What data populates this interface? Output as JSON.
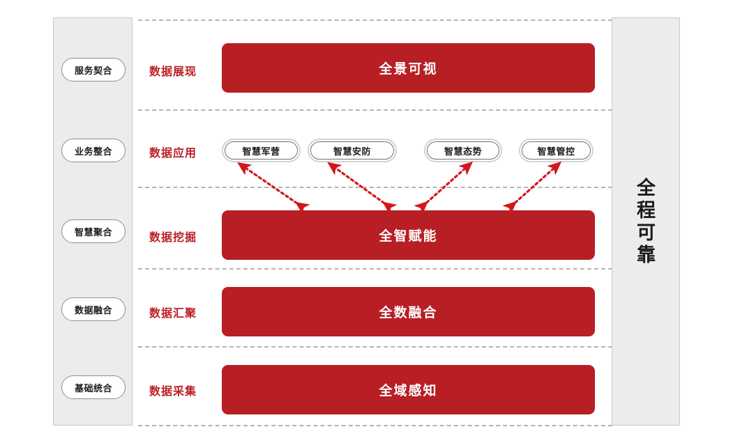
{
  "diagram": {
    "title_vertical": "全程可靠",
    "accent_red": "#b71f25",
    "label_red": "#bb2026",
    "panel_grey": "#ececec",
    "separator_grey": "#b4b4b4"
  },
  "left_panel": {
    "items": [
      {
        "label": "服务契合"
      },
      {
        "label": "业务整合"
      },
      {
        "label": "智慧聚合"
      },
      {
        "label": "数据融合"
      },
      {
        "label": "基础统合"
      }
    ]
  },
  "right_panel": {
    "label": "全程可靠"
  },
  "rows": [
    {
      "stage": "数据展现",
      "bar": "全景可视"
    },
    {
      "stage": "数据应用",
      "bar": ""
    },
    {
      "stage": "数据挖掘",
      "bar": "全智赋能"
    },
    {
      "stage": "数据汇聚",
      "bar": "全数融合"
    },
    {
      "stage": "数据采集",
      "bar": "全域感知"
    }
  ],
  "applications": [
    {
      "label": "智慧军营"
    },
    {
      "label": "智慧安防"
    },
    {
      "label": "智慧态势"
    },
    {
      "label": "智慧管控"
    }
  ]
}
